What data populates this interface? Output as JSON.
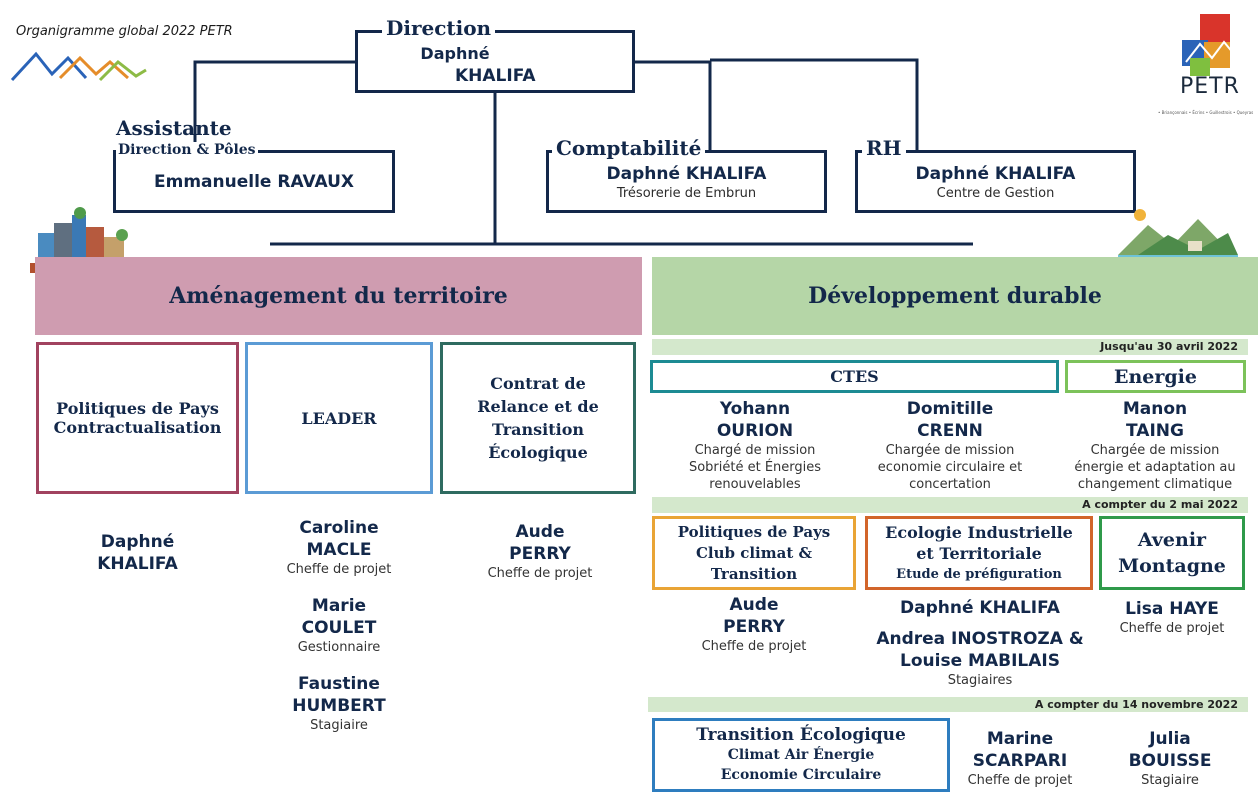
{
  "header": {
    "title": "Organigramme global 2022 PETR"
  },
  "logo": {
    "text": "PETR",
    "tagline": "• Briançonnais • Écrins • Guillestrois • Queyras"
  },
  "direction": {
    "label": "Direction",
    "first": "Daphné",
    "last": "KHALIFA"
  },
  "assistante": {
    "label1": "Assistante",
    "label2": "Direction & Pôles",
    "name": "Emmanuelle RAVAUX"
  },
  "comptabilite": {
    "label": "Comptabilité",
    "name": "Daphné KHALIFA",
    "sub": "Trésorerie de Embrun"
  },
  "rh": {
    "label": "RH",
    "name": "Daphné KHALIFA",
    "sub": "Centre de Gestion"
  },
  "amenagement": {
    "title": "Aménagement du territoire",
    "box1": {
      "line1": "Politiques de Pays",
      "line2": "Contractualisation"
    },
    "box2": {
      "line1": "LEADER"
    },
    "box3": {
      "line1": "Contrat de",
      "line2": "Relance et de",
      "line3": "Transition",
      "line4": "Écologique"
    },
    "col1": {
      "first": "Daphné",
      "last": "KHALIFA"
    },
    "col2": [
      {
        "first": "Caroline",
        "last": "MACLE",
        "role": "Cheffe de projet"
      },
      {
        "first": "Marie",
        "last": "COULET",
        "role": "Gestionnaire"
      },
      {
        "first": "Faustine",
        "last": "HUMBERT",
        "role": "Stagiaire"
      }
    ],
    "col3": {
      "first": "Aude",
      "last": "PERRY",
      "role": "Cheffe de projet"
    }
  },
  "developpement": {
    "title": "Développement durable",
    "band1": "Jusqu'au 30 avril 2022",
    "ctes": "CTES",
    "energie": "Energie",
    "p1": {
      "first": "Yohann",
      "last": "OURION",
      "r1": "Chargé de mission",
      "r2": "Sobriété et Énergies",
      "r3": "renouvelables"
    },
    "p2": {
      "first": "Domitille",
      "last": "CRENN",
      "r1": "Chargée de mission",
      "r2": "economie circulaire et",
      "r3": "concertation"
    },
    "p3": {
      "first": "Manon",
      "last": "TAING",
      "r1": "Chargée de mission",
      "r2": "énergie et adaptation au",
      "r3": "changement climatique"
    },
    "band2": "A compter du 2 mai 2022",
    "b1": {
      "l1": "Politiques de Pays",
      "l2": "Club climat &",
      "l3": "Transition"
    },
    "b2": {
      "l1": "Ecologie Industrielle",
      "l2": "et Territoriale",
      "l3": "Etude de préfiguration"
    },
    "b3": {
      "l1": "Avenir",
      "l2": "Montagne"
    },
    "q1": {
      "first": "Aude",
      "last": "PERRY",
      "role": "Cheffe de projet"
    },
    "q2": {
      "name": "Daphné KHALIFA",
      "name2a": "Andrea INOSTROZA &",
      "name2b": "Louise MABILAIS",
      "role": "Stagiaires"
    },
    "q3": {
      "name": "Lisa HAYE",
      "role": "Cheffe de projet"
    },
    "band3": "A compter du 14 novembre 2022",
    "c1": {
      "l1": "Transition Écologique",
      "l2": "Climat Air Énergie",
      "l3": "Economie Circulaire"
    },
    "m1": {
      "first": "Marine",
      "last": "SCARPARI",
      "role": "Cheffe de projet"
    },
    "m2": {
      "first": "Julia",
      "last": "BOUISSE",
      "role": "Stagiaire"
    }
  },
  "colors": {
    "navy": "#13284a",
    "pink": "#cf9cb0",
    "green": "#b5d6a7",
    "plum": "#a1425f",
    "blue": "#5b9bd5",
    "teal": "#2f6b60",
    "tealctes": "#1d8b93",
    "lime": "#7cc25a",
    "orange": "#e9a435",
    "rust": "#d2652a",
    "green2": "#2f9a4a",
    "blue2": "#2e7dbf"
  }
}
